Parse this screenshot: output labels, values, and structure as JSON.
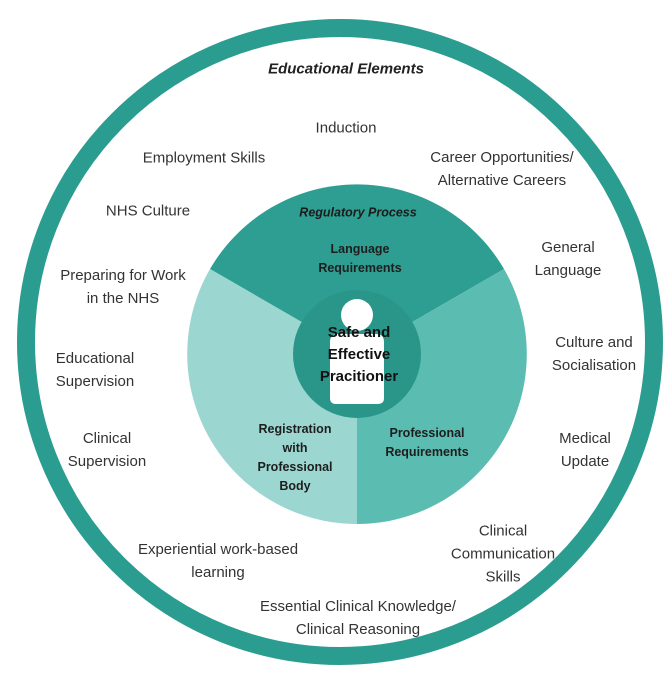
{
  "title": "Educational Elements",
  "inner_title": "Regulatory Process",
  "center_label": "Safe and\nEffective\nPracitioner",
  "segments": {
    "language": "Language\nRequirements",
    "professional": "Professional\nRequirements",
    "registration": "Registration\nwith\nProfessional\nBody"
  },
  "elements": {
    "induction": "Induction",
    "employment_skills": "Employment Skills",
    "career_opportunities": "Career Opportunities/\nAlternative Careers",
    "nhs_culture": "NHS Culture",
    "general_language": "General\nLanguage",
    "preparing_for_work": "Preparing for Work\nin the NHS",
    "culture_socialisation": "Culture and\nSocialisation",
    "educational_supervision": "Educational\nSupervision",
    "clinical_supervision": "Clinical\nSupervision",
    "medical_update": "Medical\nUpdate",
    "clinical_communication": "Clinical\nCommunication\nSkills",
    "experiential_learning": "Experiential work-based\nlearning",
    "essential_knowledge": "Essential Clinical Knowledge/\nClinical Reasoning"
  },
  "colors": {
    "ring": "#2a9d90",
    "segment_language": "#2e9e92",
    "segment_professional": "#5bbcb2",
    "segment_registration": "#9bd6d0",
    "hub": "#2a968a",
    "person": "#ffffff"
  }
}
